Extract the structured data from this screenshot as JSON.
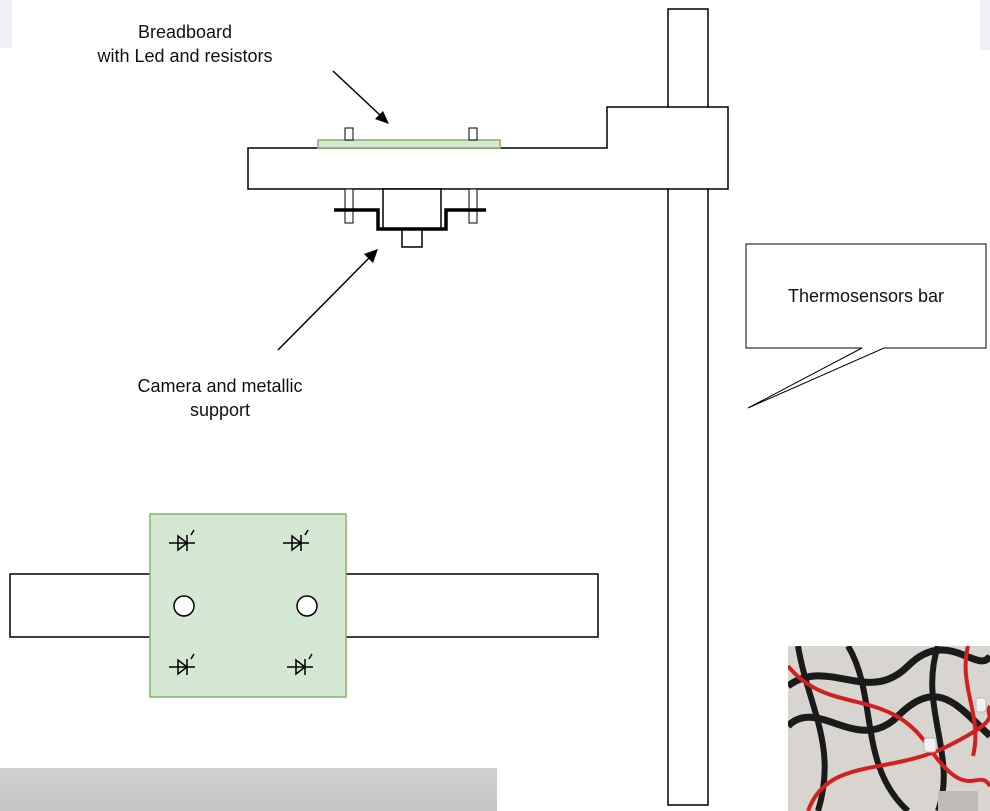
{
  "labels": {
    "breadboard_line1": "Breadboard",
    "breadboard_line2": "with Led and resistors",
    "camera_line1": "Camera and metallic",
    "camera_line2": "support",
    "thermosensors": "Thermosensors bar"
  },
  "colors": {
    "breadboard_fill": "#d5e8d4",
    "breadboard_stroke": "#82b366",
    "line": "#000000",
    "photo_gray": "#c8c9cb",
    "cable_red": "#d22020",
    "cable_black": "#1a1a1a"
  },
  "icons": [
    "led-diode-icon",
    "camera-lens-circle",
    "arrow-icon"
  ]
}
